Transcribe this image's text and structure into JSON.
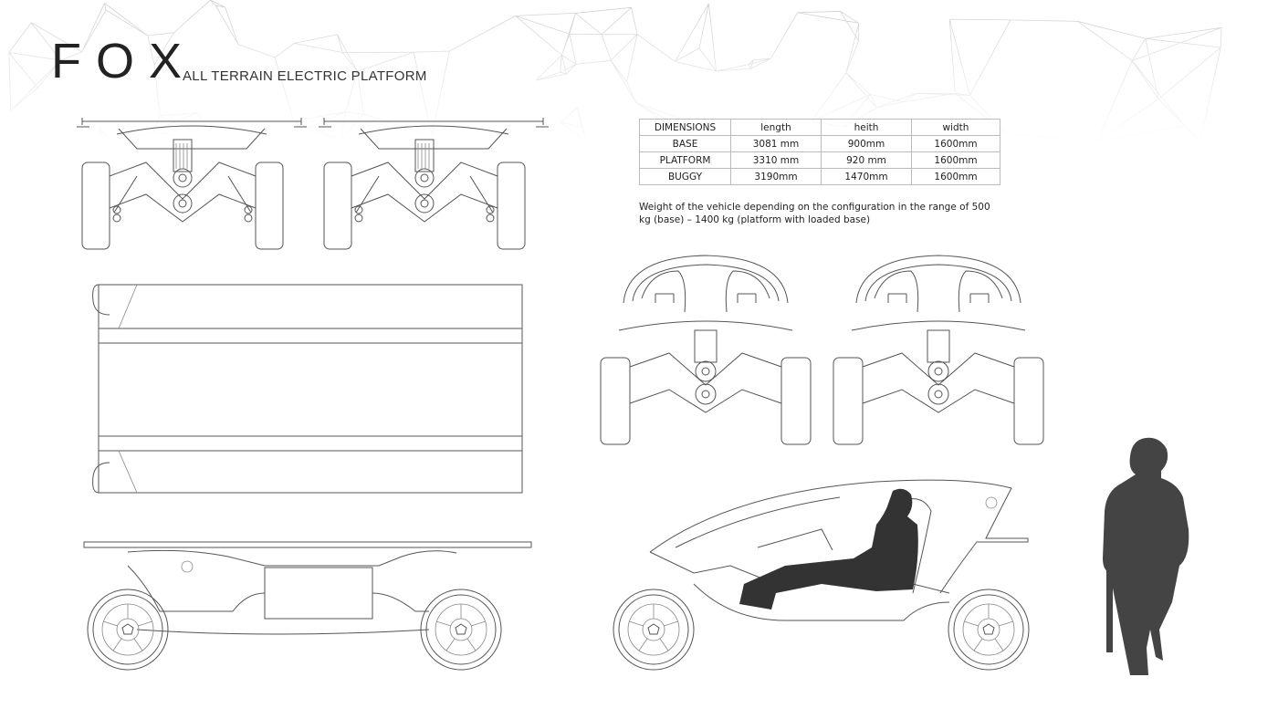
{
  "header": {
    "brand": "FOX",
    "subtitle": "ALL TERRAIN ELECTRIC PLATFORM"
  },
  "dimensions_table": {
    "headers": [
      "DIMENSIONS",
      "length",
      "heith",
      "width"
    ],
    "rows": [
      [
        "BASE",
        "3081 mm",
        "900mm",
        "1600mm"
      ],
      [
        "PLATFORM",
        "3310 mm",
        "920 mm",
        "1600mm"
      ],
      [
        "BUGGY",
        "3190mm",
        "1470mm",
        "1600mm"
      ]
    ]
  },
  "weight_note": "Weight of the vehicle depending on the configuration in the range of 500 kg (base) – 1400 kg (platform with loaded base)",
  "colors": {
    "line": "#555555",
    "silhouette": "#444444",
    "mesh": "#d0d0d0"
  }
}
